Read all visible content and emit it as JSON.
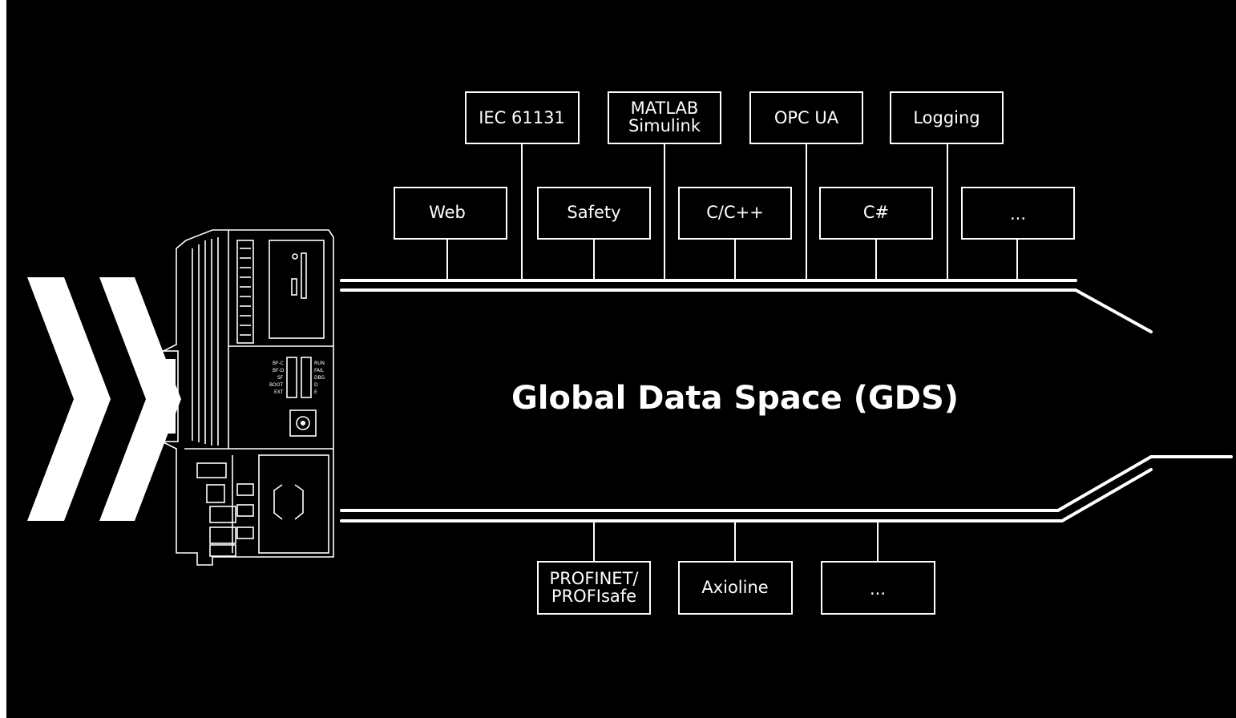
{
  "title": "Global Data Space (GDS)",
  "top_row_upper": [
    "IEC 61131",
    "MATLAB\nSimulink",
    "OPC UA",
    "Logging"
  ],
  "top_row_lower": [
    "Web",
    "Safety",
    "C/C++",
    "C#",
    "..."
  ],
  "bottom_row": [
    "PROFINET/\nPROFIsafe",
    "Axioline",
    "..."
  ],
  "device": {
    "led_labels_left": [
      "BF-C",
      "BF-D",
      "SF",
      "BOOT",
      "EXT"
    ],
    "led_labels_right": [
      "RUN",
      "FAIL",
      "DBG",
      "D",
      "E"
    ]
  },
  "colors": {
    "background": "#000000",
    "foreground": "#ffffff"
  }
}
